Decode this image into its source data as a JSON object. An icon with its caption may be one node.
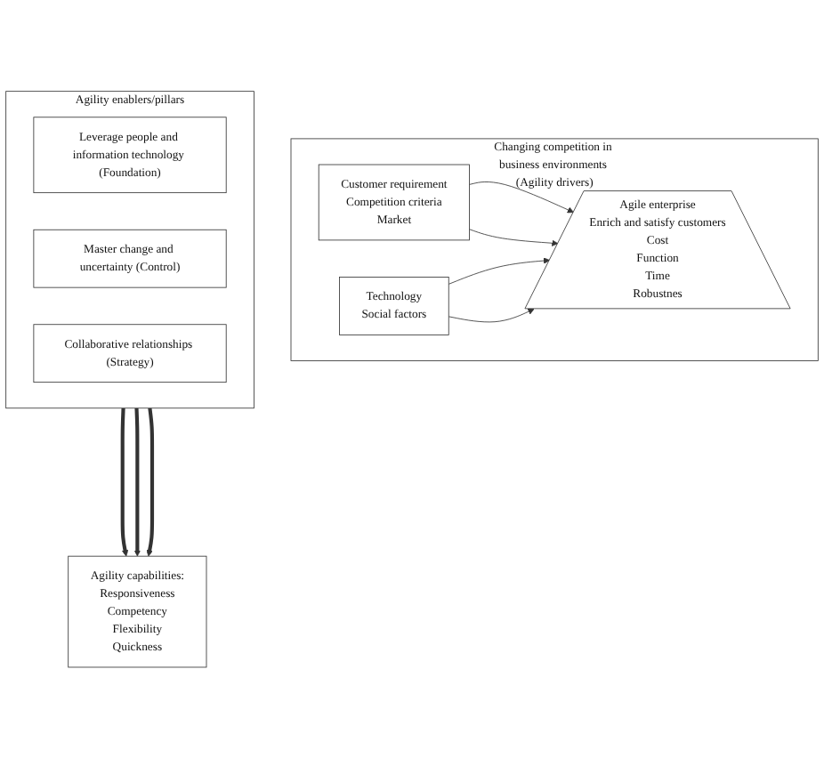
{
  "diagram": {
    "nodes": [
      {
        "text": [
          "Changing competition in business environments (Agility drivers)"
        ]
      },
      {
        "text": [
          "Customer requirement",
          "Competition criteria",
          "Market"
        ],
        "in": 0
      },
      {
        "text": [
          "Technology",
          "Social factors"
        ],
        "in": 0
      },
      {
        "text": [
          "Agile enterprise",
          "Enrich and satisfy customers",
          "Cost",
          "Function",
          "Time",
          "Robustnes"
        ],
        "in": 0
      },
      {
        "text": [
          "Agility capabilities:",
          "Responsiveness",
          "Competency",
          "Flexibility",
          "Quickness"
        ]
      },
      {
        "text": [
          "Agility enablers/pillars"
        ]
      },
      {
        "text": [
          "Leverage people and information technology (Foundation)"
        ],
        "in": 5
      },
      {
        "text": [
          "Master change and uncertainty (Control)"
        ],
        "in": 5
      },
      {
        "text": [
          "Collaborative relationships (Strategy)"
        ],
        "in": 5
      }
    ],
    "edges": [
      {
        "from": 1,
        "to": 3,
        "arrow": "to"
      },
      {
        "from": 2,
        "to": 3,
        "arrow": "to"
      },
      {
        "from": 1,
        "to": 3,
        "arrow": "to"
      },
      {
        "from": 2,
        "to": 3,
        "arrow": "to"
      },
      {
        "from": 5,
        "to": 4,
        "arrow": "to",
        "style": "thick"
      },
      {
        "from": 5,
        "to": 4,
        "arrow": "to",
        "style": "thick"
      },
      {
        "from": 5,
        "to": 4,
        "arrow": "to",
        "style": "thick"
      }
    ]
  }
}
